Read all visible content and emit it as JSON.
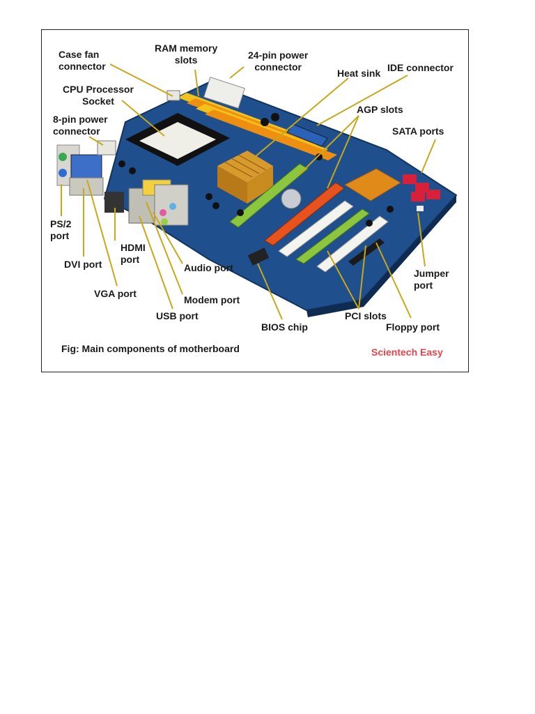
{
  "colors": {
    "board": "#1f4f8c",
    "ram_yellow": "#f2c21b",
    "ram_orange": "#ef8f12",
    "agp_green": "#8cc63f",
    "agp_orange": "#e8531d",
    "pci_white": "#f4f4ee",
    "heatsink_gold": "#d89a2c",
    "sata_red": "#d8203a",
    "leader_line": "#c8a818",
    "brand_red": "#e8424a"
  },
  "labels": {
    "case_fan": "Case fan\nconnector",
    "ram_slots": "RAM memory\nslots",
    "pin24": "24-pin power\nconnector",
    "heat_sink": "Heat sink",
    "ide": "IDE connector",
    "cpu_socket": "CPU Processor\nSocket",
    "agp": "AGP slots",
    "pin8": "8-pin power\nconnector",
    "sata": "SATA ports",
    "ps2": "PS/2\nport",
    "hdmi": "HDMI\nport",
    "dvi": "DVI port",
    "audio": "Audio port",
    "jumper": "Jumper\nport",
    "vga": "VGA port",
    "modem": "Modem port",
    "usb": "USB port",
    "pci": "PCI slots",
    "bios": "BIOS chip",
    "floppy": "Floppy port"
  },
  "caption": "Fig: Main components of motherboard",
  "brand": "Scientech Easy"
}
